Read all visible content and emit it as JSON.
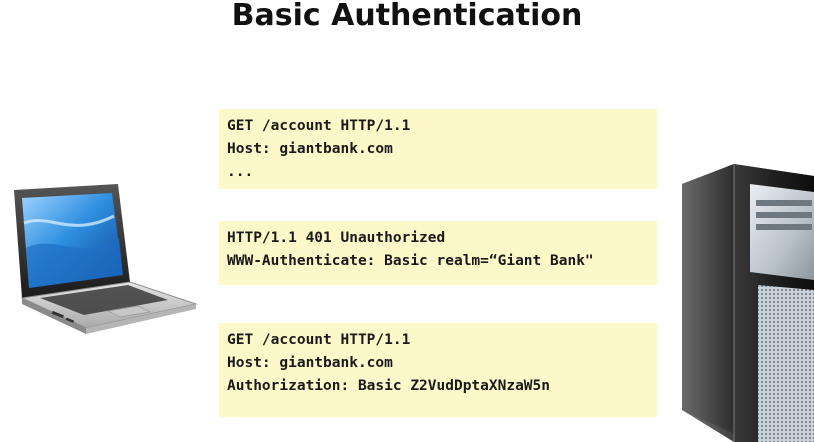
{
  "title": "Basic Authentication",
  "messages": [
    {
      "lines": [
        "GET /account HTTP/1.1",
        "Host: giantbank.com",
        "..."
      ]
    },
    {
      "lines": [
        "HTTP/1.1 401 Unauthorized",
        "WWW-Authenticate: Basic realm=“Giant Bank\""
      ]
    },
    {
      "lines": [
        "GET /account HTTP/1.1",
        "Host: giantbank.com",
        "Authorization: Basic Z2VudDptaXNzaW5n"
      ]
    }
  ],
  "icons": {
    "client": "laptop-icon",
    "server": "server-tower-icon"
  },
  "colors": {
    "message_bg": "#fdf8c9",
    "text": "#1a1a1a"
  }
}
